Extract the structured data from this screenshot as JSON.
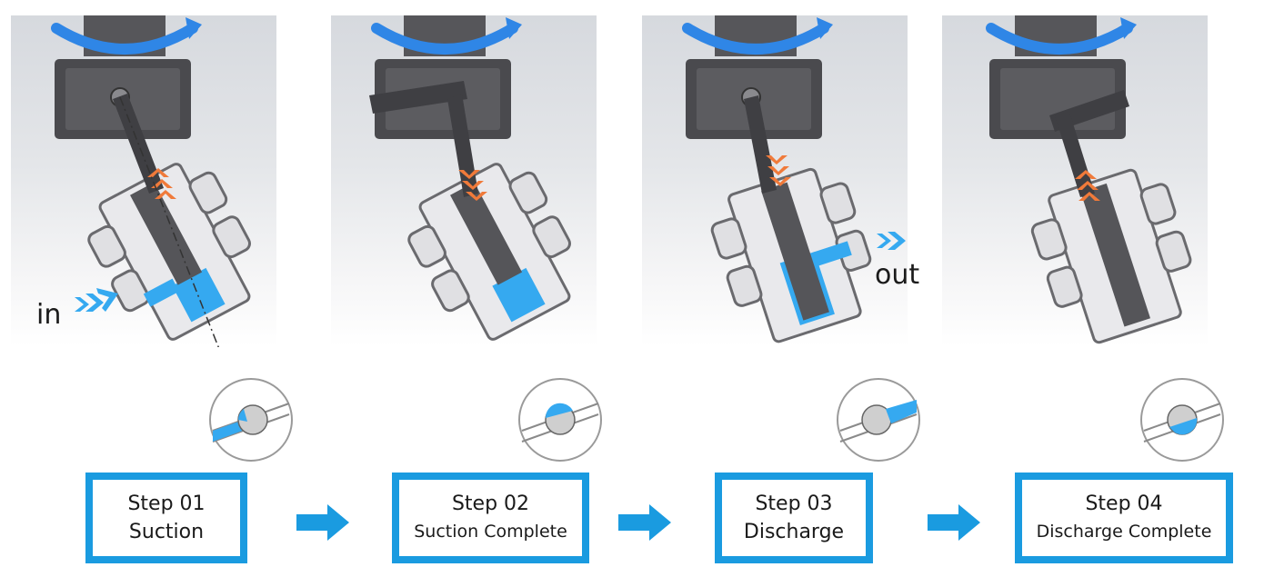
{
  "labels": {
    "in": "in",
    "out": "out"
  },
  "steps": [
    {
      "number": "Step 01",
      "title": "Suction"
    },
    {
      "number": "Step 02",
      "title": "Suction Complete"
    },
    {
      "number": "Step 03",
      "title": "Discharge"
    },
    {
      "number": "Step 04",
      "title": "Discharge Complete"
    }
  ],
  "colors": {
    "accent_blue": "#1a9be0",
    "fluid_blue": "#35a9f0",
    "piston_arrow_orange": "#f07a3a",
    "rotation_arrow_blue": "#2f86e6",
    "housing_dark": "#4a4a4e"
  }
}
